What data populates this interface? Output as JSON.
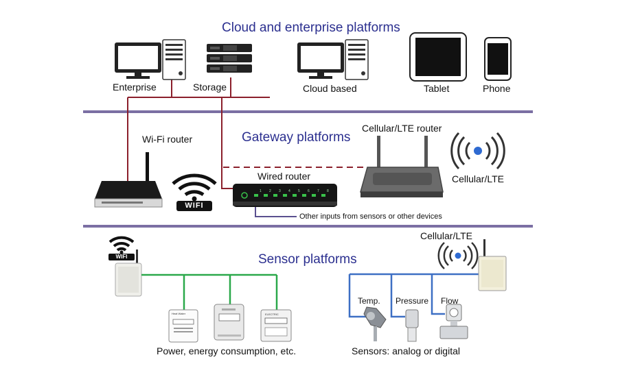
{
  "sections": {
    "cloud": "Cloud and enterprise platforms",
    "gateway": "Gateway platforms",
    "sensor": "Sensor platforms"
  },
  "cloud_devices": {
    "enterprise": "Enterprise",
    "storage": "Storage",
    "cloud_based": "Cloud based",
    "tablet": "Tablet",
    "phone": "Phone"
  },
  "gateway_devices": {
    "wifi_router": "Wi-Fi router",
    "wired_router": "Wired router",
    "cellular_router": "Cellular/LTE router",
    "cellular_lte": "Cellular/LTE",
    "wifi_badge": "WIFI",
    "other_inputs": "Other inputs from sensors or other devices",
    "router_port_numbers": [
      "1",
      "2",
      "3",
      "4",
      "5",
      "6",
      "7",
      "8"
    ]
  },
  "sensor_devices": {
    "wifi_badge": "WIFI",
    "cellular_lte": "Cellular/LTE",
    "temp": "Temp.",
    "pressure": "Pressure",
    "flow": "Flow",
    "meter1_label": "Heat Water",
    "meter3_label": "ELECTRIC",
    "power_caption": "Power, energy consumption, etc.",
    "sensors_caption": "Sensors: analog or digital"
  },
  "colors": {
    "title": "#2b2f8f",
    "divider": "#7b6fa3",
    "cloud_link": "#8b1f2b",
    "other_input_link": "#5a4f8f",
    "sensor_green": "#2aa84a",
    "sensor_blue": "#3d6fc4",
    "signal_blue": "#2e6ad1"
  }
}
